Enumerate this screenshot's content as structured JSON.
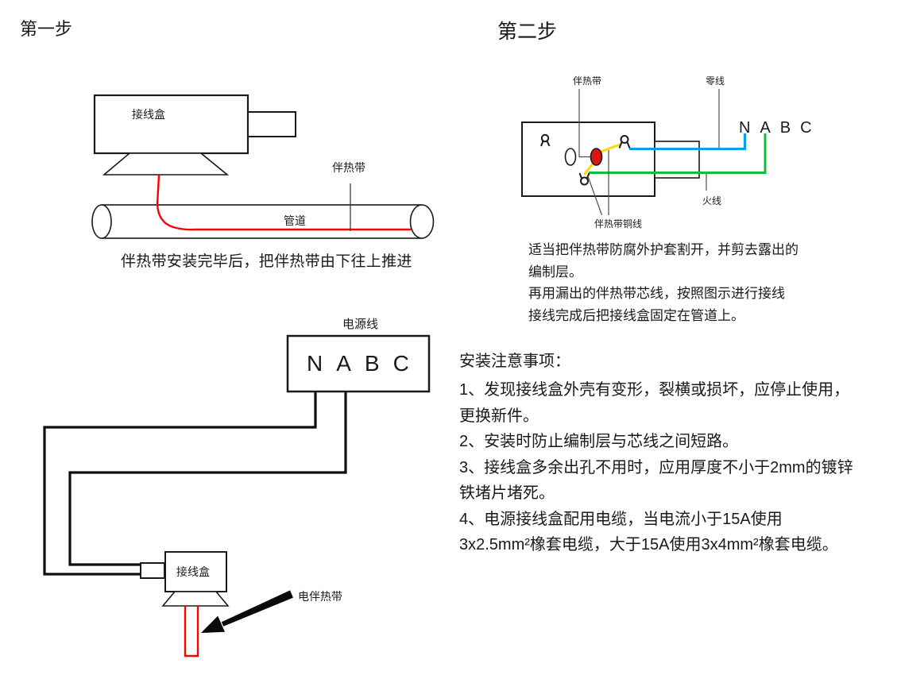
{
  "colors": {
    "line": "#1a1a1a",
    "pointer": "#4d4d4d",
    "red": "#ff0000",
    "red_ellipse": "#dd1414",
    "blue": "#00a2e8",
    "green": "#0dbf3a",
    "yellow": "#ffd900",
    "black": "#0a0a0a"
  },
  "step1": {
    "title": "第一步",
    "junction_box_label": "接线盒",
    "heat_band_label": "伴热带",
    "pipe_label": "管道",
    "caption": "伴热带安装完毕后，把伴热带由下往上推进"
  },
  "step2": {
    "title": "第二步",
    "heat_band_label": "伴热带",
    "neutral_wire_label": "零线",
    "live_wire_label": "火线",
    "copper_wire_label": "伴热带铜线",
    "terminals": [
      "N",
      "A",
      "B",
      "C"
    ],
    "description_lines": [
      "适当把伴热带防腐外护套割开，并剪去露出的",
      "编制层。",
      "再用漏出的伴热带芯线，按照图示进行接线",
      "接线完成后把接线盒固定在管道上。"
    ]
  },
  "power_diagram": {
    "power_line_label": "电源线",
    "terminals": [
      "N",
      "A",
      "B",
      "C"
    ],
    "junction_box_label": "接线盒",
    "heat_band_label": "电伴热带"
  },
  "notes": {
    "heading": "安装注意事项：",
    "lines": [
      "1、发现接线盒外壳有变形，裂横或损坏，应停止使用，",
      "更换新件。",
      "2、安装时防止编制层与芯线之间短路。",
      "3、接线盒多余出孔不用时，应用厚度不小于2mm的镀锌",
      "铁堵片堵死。",
      "4、电源接线盒配用电缆，当电流小于15A使用",
      "3x2.5mm²橡套电缆，大于15A使用3x4mm²橡套电缆。"
    ]
  }
}
